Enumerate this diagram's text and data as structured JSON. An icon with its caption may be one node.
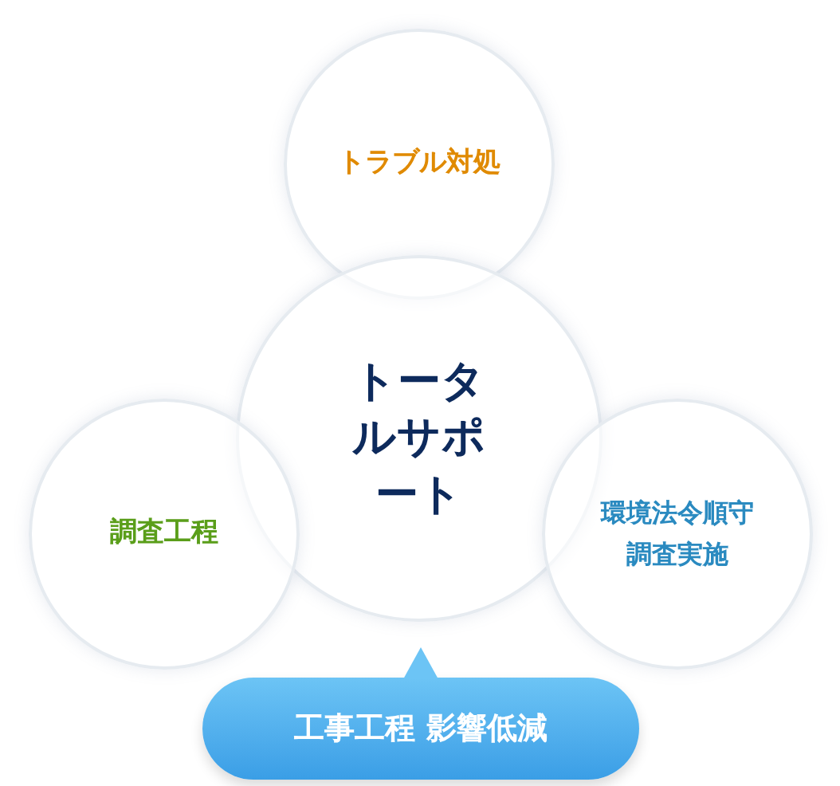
{
  "diagram": {
    "nodes": [
      {
        "text": [
          "トラブル対処"
        ]
      },
      {
        "text": [
          "トータルサポート"
        ]
      },
      {
        "text": [
          "調査工程"
        ]
      },
      {
        "text": [
          "環境法令順守調査実施"
        ]
      },
      {
        "text": [
          "工事工程 影響低減"
        ]
      }
    ]
  }
}
